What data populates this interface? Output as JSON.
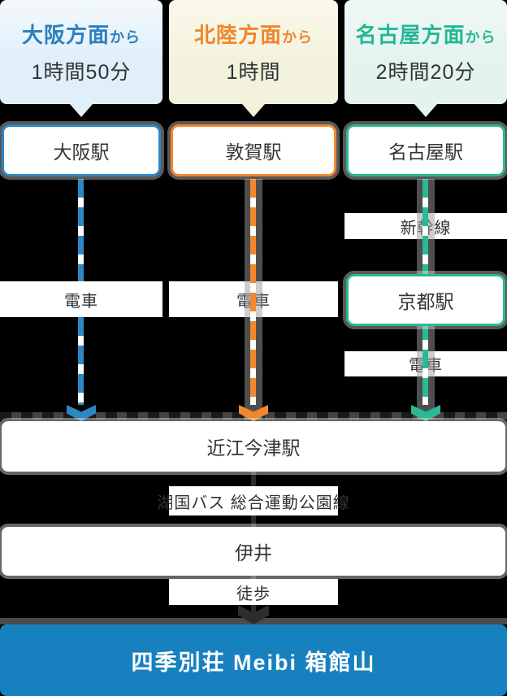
{
  "page": {
    "background_color": "#000000",
    "text_color": "#2f3437"
  },
  "routes": [
    {
      "name": "osaka",
      "accent_color": "#2d87c3",
      "bubble_bg_color": "#e2f0fa",
      "header": {
        "region": "大阪方面",
        "from_suffix": "から",
        "duration": "1時間50分"
      },
      "origin_station": "大阪駅",
      "leg1_label": "電車"
    },
    {
      "name": "hokuriku",
      "accent_color": "#f2882c",
      "bubble_bg_color": "#f3f2dc",
      "header": {
        "region": "北陸方面",
        "from_suffix": "から",
        "duration": "1時間"
      },
      "origin_station": "敦賀駅",
      "leg1_label": "電車"
    },
    {
      "name": "nagoya",
      "accent_color": "#2bb894",
      "bubble_bg_color": "#e5f3ed",
      "header": {
        "region": "名古屋方面",
        "from_suffix": "から",
        "duration": "2時間20分"
      },
      "origin_station": "名古屋駅",
      "leg1_label": "新幹線",
      "via_station": "京都駅",
      "leg2_label": "電車"
    }
  ],
  "junction": {
    "station": "近江今津駅"
  },
  "bus": {
    "label": "湖国バス 総合運動公園線"
  },
  "bus_stop": {
    "name": "伊井"
  },
  "walk": {
    "label": "徒歩"
  },
  "destination": {
    "name": "四季別荘 Meibi 箱館山",
    "bg_color": "#1780bf"
  }
}
